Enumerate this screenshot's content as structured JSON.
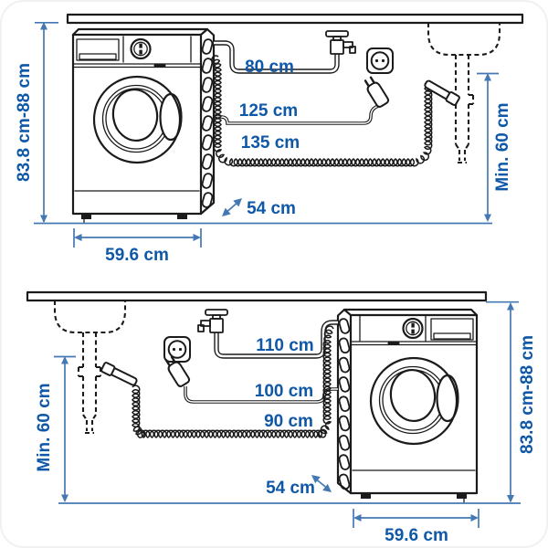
{
  "colors": {
    "ink": "#1b1b1b",
    "label_blue": "#0f58a8",
    "dim_blue": "#4478b3"
  },
  "top_diagram": {
    "machine_height": "83.8 cm-88 cm",
    "machine_width": "59.6 cm",
    "machine_depth": "54 cm",
    "supply_hose": "80 cm",
    "power_cord": "125 cm",
    "drain_hose": "135 cm",
    "drain_clearance": "Min. 60 cm"
  },
  "bottom_diagram": {
    "machine_height": "83.8 cm-88 cm",
    "machine_width": "59.6 cm",
    "machine_depth": "54 cm",
    "supply_hose": "110 cm",
    "power_cord": "100 cm",
    "drain_hose": "90 cm",
    "drain_clearance": "Min. 60 cm"
  }
}
